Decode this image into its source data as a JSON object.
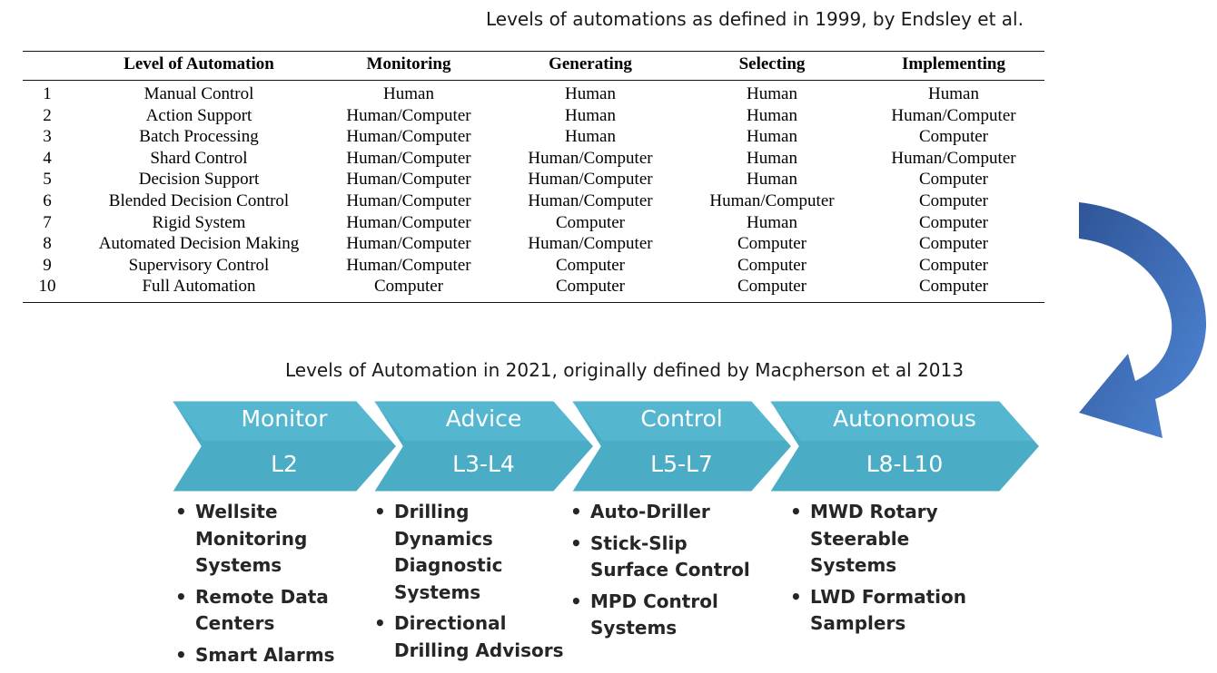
{
  "top_caption": "Levels of automations as defined in 1999, by Endsley et al.",
  "bottom_caption": "Levels of Automation in 2021, originally defined by Macpherson et al 2013",
  "table": {
    "headers": [
      "",
      "Level of Automation",
      "Monitoring",
      "Generating",
      "Selecting",
      "Implementing"
    ],
    "rows": [
      [
        "1",
        "Manual Control",
        "Human",
        "Human",
        "Human",
        "Human"
      ],
      [
        "2",
        "Action Support",
        "Human/Computer",
        "Human",
        "Human",
        "Human/Computer"
      ],
      [
        "3",
        "Batch Processing",
        "Human/Computer",
        "Human",
        "Human",
        "Computer"
      ],
      [
        "4",
        "Shard Control",
        "Human/Computer",
        "Human/Computer",
        "Human",
        "Human/Computer"
      ],
      [
        "5",
        "Decision Support",
        "Human/Computer",
        "Human/Computer",
        "Human",
        "Computer"
      ],
      [
        "6",
        "Blended Decision Control",
        "Human/Computer",
        "Human/Computer",
        "Human/Computer",
        "Computer"
      ],
      [
        "7",
        "Rigid System",
        "Human/Computer",
        "Computer",
        "Human",
        "Computer"
      ],
      [
        "8",
        "Automated Decision Making",
        "Human/Computer",
        "Human/Computer",
        "Computer",
        "Computer"
      ],
      [
        "9",
        "Supervisory Control",
        "Human/Computer",
        "Computer",
        "Computer",
        "Computer"
      ],
      [
        "10",
        "Full Automation",
        "Computer",
        "Computer",
        "Computer",
        "Computer"
      ]
    ]
  },
  "stages": [
    {
      "title": "Monitor",
      "level": "L2",
      "bullets": [
        [
          "Wellsite",
          "Monitoring",
          "Systems"
        ],
        [
          "Remote Data",
          "Centers"
        ],
        [
          "Smart Alarms"
        ]
      ]
    },
    {
      "title": "Advice",
      "level": "L3-L4",
      "bullets": [
        [
          "Drilling",
          "Dynamics",
          "Diagnostic",
          "Systems"
        ],
        [
          "Directional",
          "Drilling Advisors"
        ]
      ]
    },
    {
      "title": "Control",
      "level": "L5-L7",
      "bullets": [
        [
          "Auto-Driller"
        ],
        [
          "Stick-Slip",
          "Surface Control"
        ],
        [
          "MPD Control",
          "Systems"
        ]
      ]
    },
    {
      "title": "Autonomous",
      "level": "L8-L10",
      "bullets": [
        [
          "MWD Rotary",
          "Steerable",
          "Systems"
        ],
        [
          "LWD Formation",
          "Samplers"
        ]
      ]
    }
  ],
  "colors": {
    "chevron": "#4bacc6",
    "chevron_light": "#5ec0d8",
    "arrow": "#3a6fc2",
    "arrow_dark": "#2f5597"
  },
  "icons": {
    "transition_arrow": "curved-arrow-icon"
  }
}
